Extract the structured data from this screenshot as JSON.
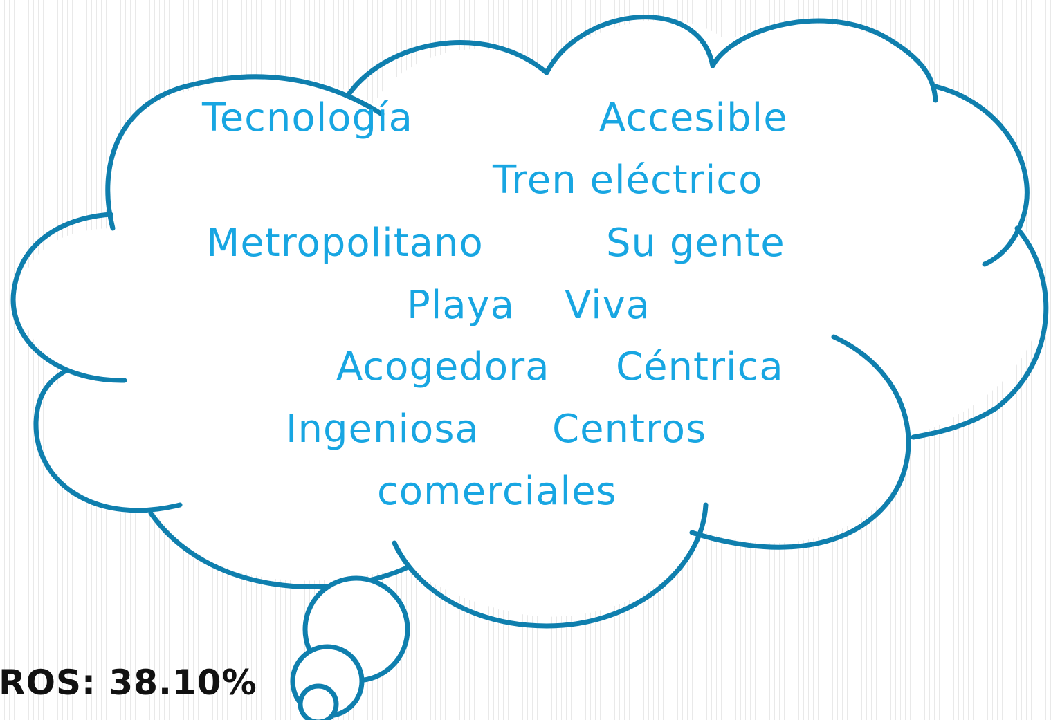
{
  "cloud": {
    "words": {
      "tecnologia": "Tecnología",
      "accesible": "Accesible",
      "tren_electrico": "Tren eléctrico",
      "metropolitano": "Metropolitano",
      "su_gente": "Su gente",
      "playa": "Playa",
      "viva": "Viva",
      "acogedora": "Acogedora",
      "centrica": "Céntrica",
      "ingeniosa": "Ingeniosa",
      "centros": "Centros",
      "comerciales": "comerciales"
    },
    "text_color": "#18a6e2",
    "outline_color": "#0f7fae"
  },
  "footer": {
    "stat_label": "ROS: 38.10%"
  },
  "background": {
    "stripe_color": "#e9e9e9"
  }
}
